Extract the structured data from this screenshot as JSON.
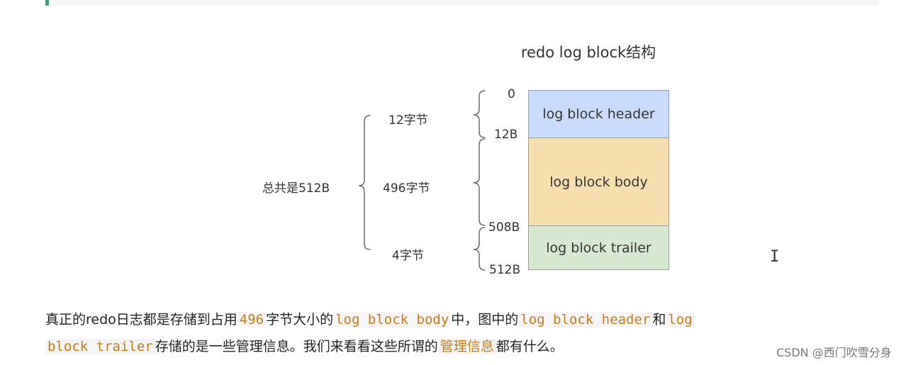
{
  "diagram": {
    "title": "redo log block结构",
    "blocks": {
      "header": "log block header",
      "body": "log block body",
      "trailer": "log block trailer"
    },
    "offsets": [
      "0",
      "12B",
      "508B",
      "512B"
    ],
    "sizes": [
      "12字节",
      "496字节",
      "4字节"
    ],
    "total": "总共是512B",
    "colors": {
      "header": "#cadcfc",
      "body": "#f7dfae",
      "trailer": "#d8e9d2",
      "accent_bar": "#4c9a78"
    }
  },
  "paragraph": {
    "line1": {
      "t1": "真正的redo日志都是存储到占用",
      "c1": "496",
      "t2": "字节大小的",
      "c2": "log block body",
      "t3": "中，图中的",
      "c3": "log block header",
      "t4": "和",
      "c4": "log"
    },
    "line2": {
      "c1": "block trailer",
      "t1": "存储的是一些管理信息。我们来看看这些所谓的",
      "h1": "管理信息",
      "t2": "都有什么。"
    }
  },
  "watermark": "CSDN @西门吹雪分身",
  "cursor_glyph": "I"
}
